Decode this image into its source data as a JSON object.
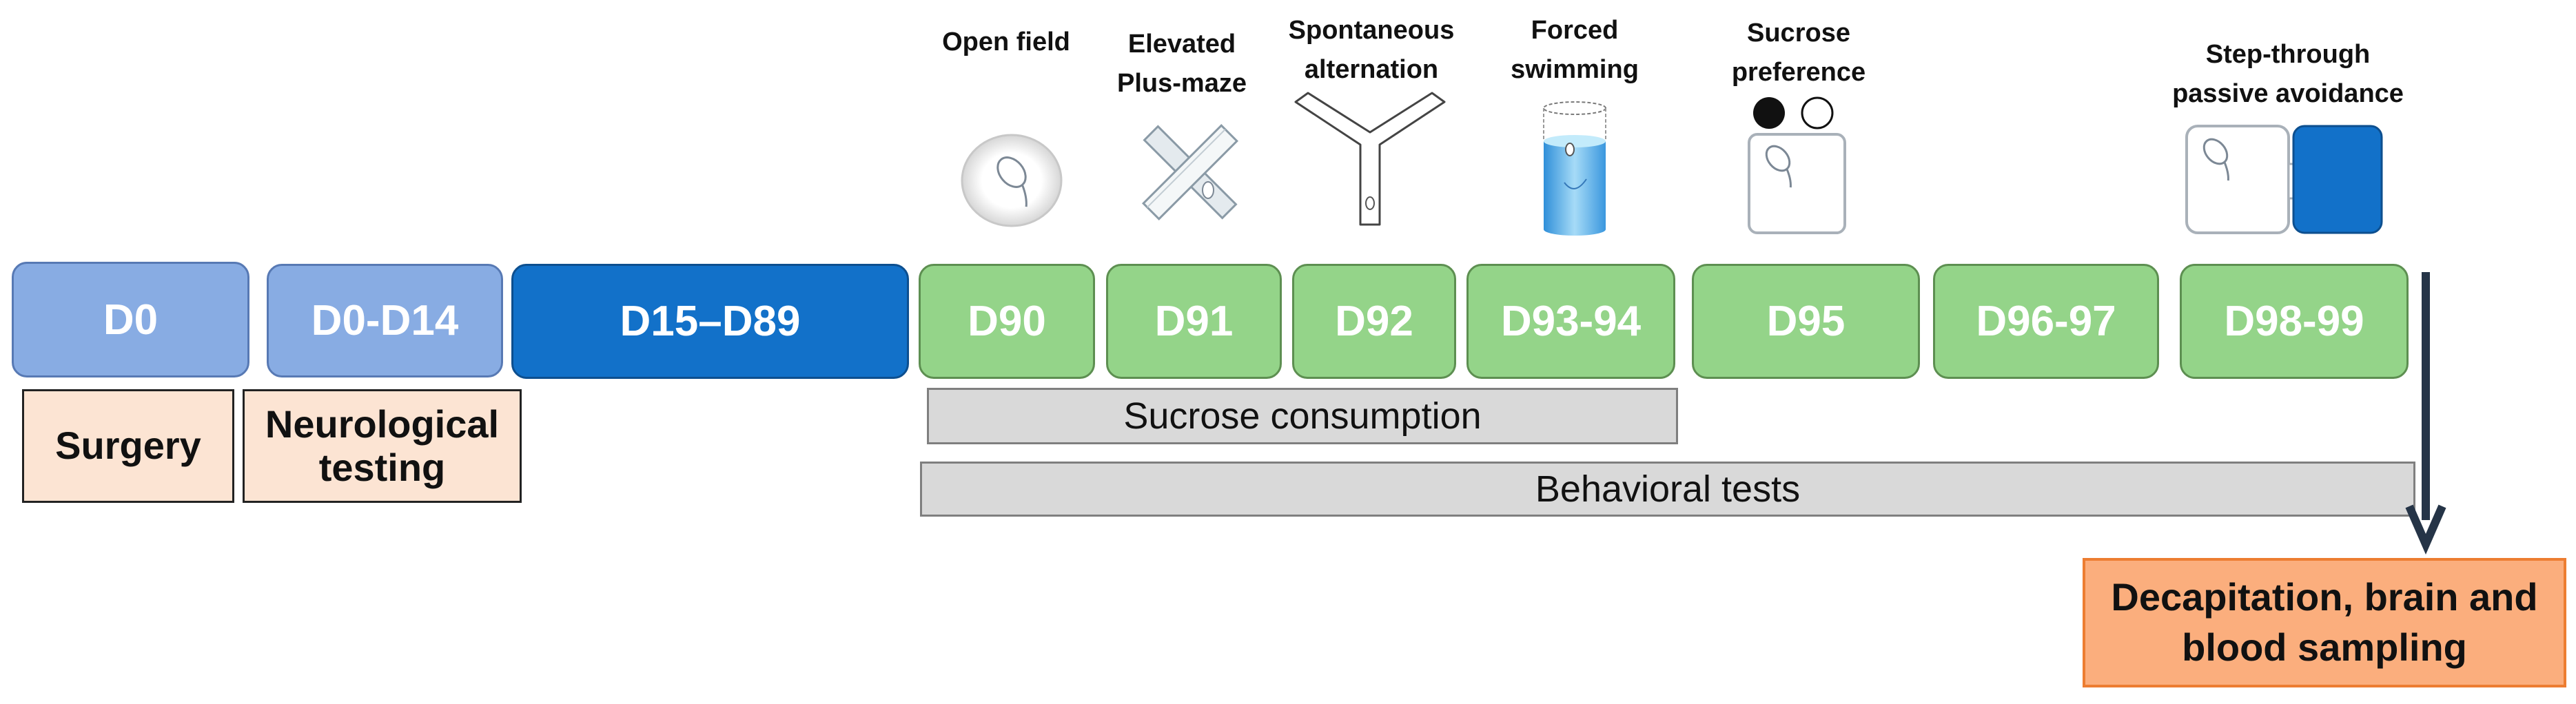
{
  "timeline": {
    "days": [
      {
        "id": "d0",
        "label": "D0"
      },
      {
        "id": "d0-d14",
        "label": "D0-D14"
      },
      {
        "id": "d15-d89",
        "label": "D15–D89"
      },
      {
        "id": "d90",
        "label": "D90"
      },
      {
        "id": "d91",
        "label": "D91"
      },
      {
        "id": "d92",
        "label": "D92"
      },
      {
        "id": "d93-94",
        "label": "D93-94"
      },
      {
        "id": "d95",
        "label": "D95"
      },
      {
        "id": "d96-97",
        "label": "D96-97"
      },
      {
        "id": "d98-99",
        "label": "D98-99"
      }
    ]
  },
  "phases": {
    "surgery": "Surgery",
    "neuro": "Neurological\ntesting"
  },
  "bars": {
    "sucrose_consumption": "Sucrose consumption",
    "behavioral_tests": "Behavioral tests"
  },
  "tests": {
    "open_field": "Open field",
    "plus_maze": "Elevated\nPlus-maze",
    "alternation": "Spontaneous\nalternation",
    "swimming": "Forced\nswimming",
    "sucrose_pref": "Sucrose\npreference",
    "passive_avoidance": "Step-through\npassive avoidance"
  },
  "outcome": {
    "label": "Decapitation, brain and\nblood sampling"
  },
  "colors": {
    "light_blue": "#88ace3",
    "dark_blue": "#1271c9",
    "green": "#94d489",
    "peach": "#fce4d3",
    "grey": "#d9d9d9",
    "orange": "#fbae7d",
    "arrow": "#253447"
  }
}
